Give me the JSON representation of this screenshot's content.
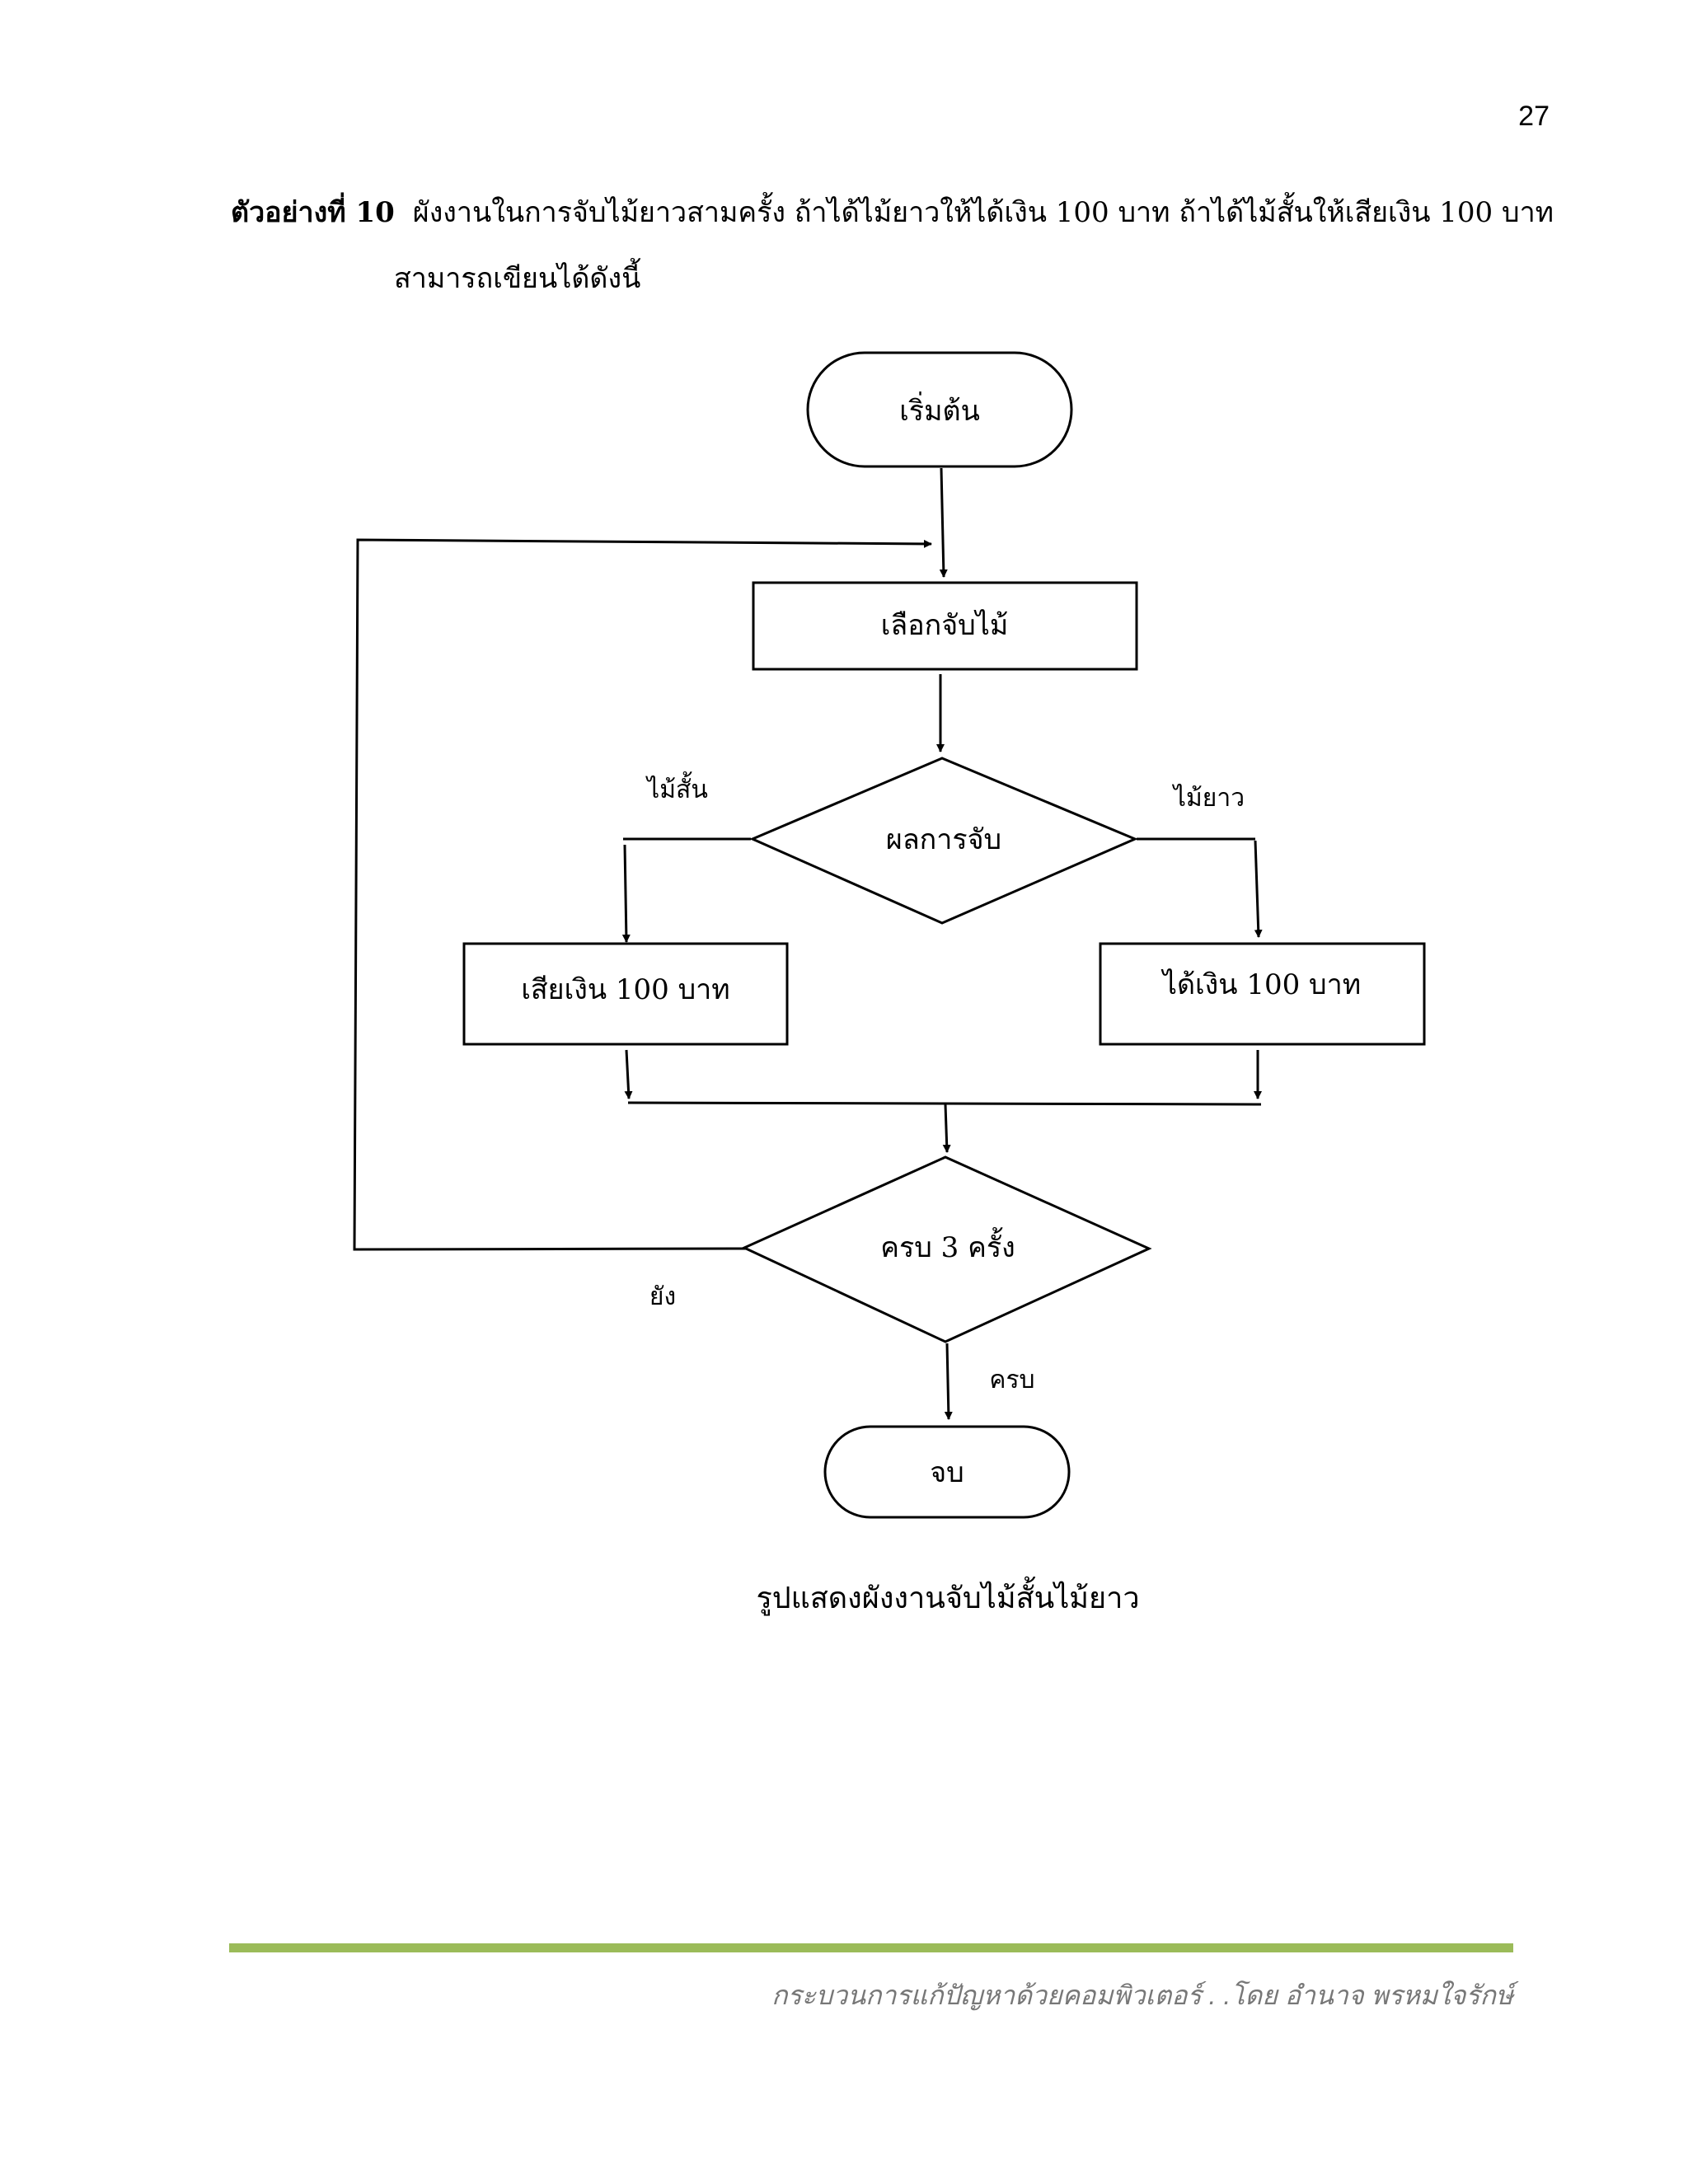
{
  "page_number": "27",
  "intro": {
    "label": "ตัวอย่างที่ 10",
    "text": "ผังงานในการจับไม้ยาวสามครั้ง  ถ้าได้ไม้ยาวให้ได้เงิน 100 บาท ถ้าได้ไม้สั้นให้เสียเงิน 100 บาท",
    "continuation": "สามารถเขียนได้ดังนี้"
  },
  "flowchart": {
    "start": "เริ่มต้น",
    "pick": "เลือกจับไม้",
    "result": "ผลการจับ",
    "short_label": "ไม้สั้น",
    "long_label": "ไม้ยาว",
    "lose": "เสียเงิน 100 บาท",
    "win": "ได้เงิน 100 บาท",
    "check": "ครบ 3 ครั้ง",
    "not_yet_label": "ยัง",
    "done_label": "ครบ",
    "end": "จบ"
  },
  "caption": "รูปแสดงผังงานจับไม้สั้นไม้ยาว",
  "footer": {
    "text": "กระบวนการแก้ปัญหาด้วยคอมพิวเตอร์ . .โดย อำนาจ   พรหมใจรักษ์",
    "rule_color": "#9bbb59"
  }
}
